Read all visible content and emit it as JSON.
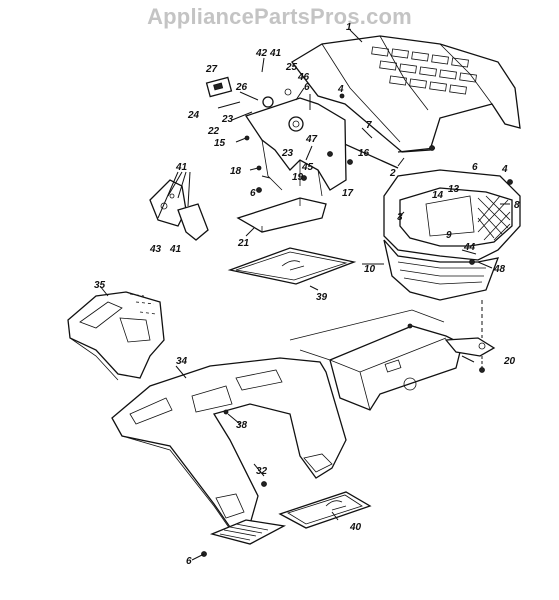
{
  "watermark": "AppliancePartsPros.com",
  "callouts": {
    "c1": "1",
    "c2": "2",
    "c3": "3",
    "c4a": "4",
    "c4b": "4",
    "c6a": "6",
    "c6b": "6",
    "c6c": "6",
    "c6d": "6",
    "c7": "7",
    "c8": "8",
    "c9": "9",
    "c10": "10",
    "c13": "13",
    "c14": "14",
    "c15": "15",
    "c16": "16",
    "c17": "17",
    "c18": "18",
    "c19": "19",
    "c20": "20",
    "c21": "21",
    "c22": "22",
    "c23a": "23",
    "c23b": "23",
    "c24": "24",
    "c25": "25",
    "c26": "26",
    "c27": "27",
    "c32": "32",
    "c34": "34",
    "c35": "35",
    "c38": "38",
    "c39": "39",
    "c40": "40",
    "c41a": "41",
    "c41b": "41",
    "c41c": "41",
    "c42": "42",
    "c43": "43",
    "c44": "44",
    "c45": "45",
    "c46": "46",
    "c47": "47",
    "c48": "48"
  }
}
